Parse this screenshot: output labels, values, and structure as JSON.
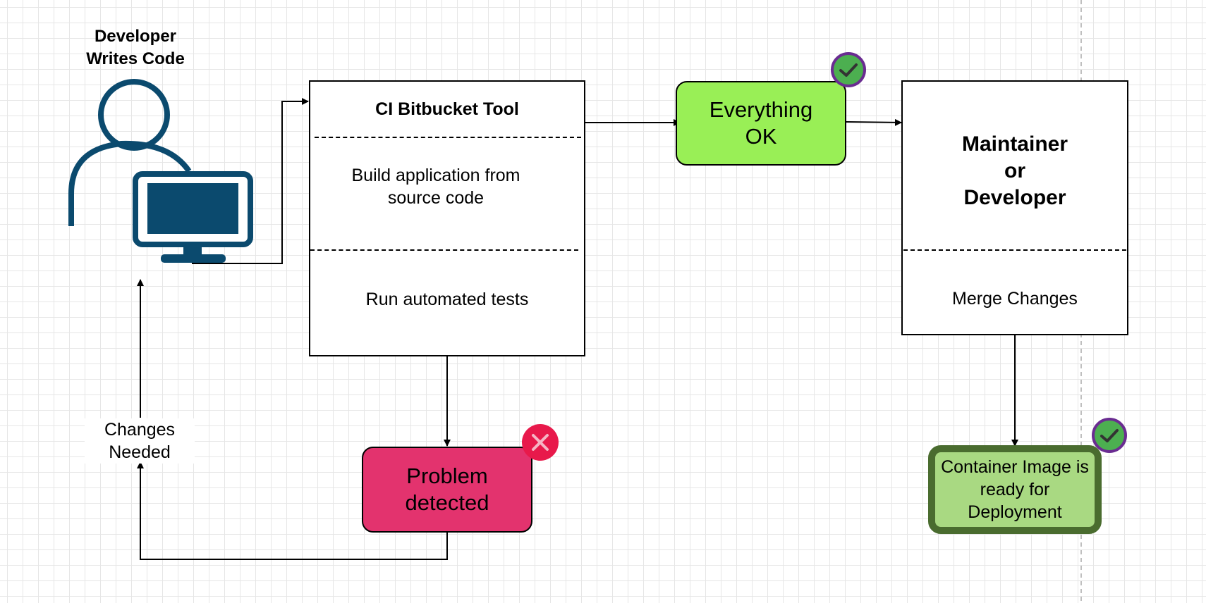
{
  "developer": {
    "title_line1": "Developer",
    "title_line2": "Writes Code",
    "icon": "developer-computer-icon",
    "color": "#0b4a6e"
  },
  "ci_box": {
    "title": "CI Bitbucket  Tool",
    "step1_line1": "Build application from",
    "step1_line2": "source code",
    "step2": "Run automated tests"
  },
  "everything_ok": {
    "line1": "Everything",
    "line2": "OK",
    "fill": "#99ef56",
    "badge_icon": "check-circle-icon"
  },
  "maintainer_box": {
    "title_line1": "Maintainer",
    "title_line2": "or",
    "title_line3": "Developer",
    "action": "Merge Changes"
  },
  "problem": {
    "line1": "Problem",
    "line2": "detected",
    "fill": "#e3336e",
    "badge_icon": "x-circle-icon"
  },
  "container": {
    "line1": "Container Image is",
    "line2": "ready for",
    "line3": "Deployment",
    "fill": "#a9d982",
    "border": "#4a6c2f",
    "badge_icon": "check-circle-icon"
  },
  "feedback": {
    "line1": "Changes",
    "line2": "Needed"
  }
}
